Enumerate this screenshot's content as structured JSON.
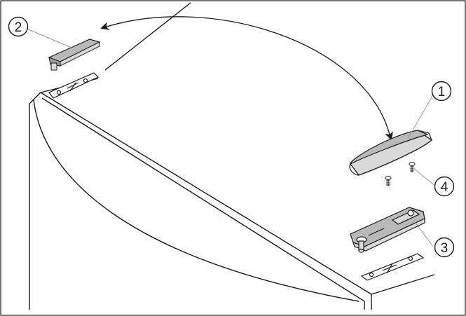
{
  "colors": {
    "line": "#1a1a1a",
    "part_fill": "#b9b9b9",
    "part_fill_light": "#d9d9d9",
    "leader": "#9a9a9a"
  },
  "callouts": [
    {
      "label": "1"
    },
    {
      "label": "2"
    },
    {
      "label": "3"
    },
    {
      "label": "4"
    }
  ]
}
